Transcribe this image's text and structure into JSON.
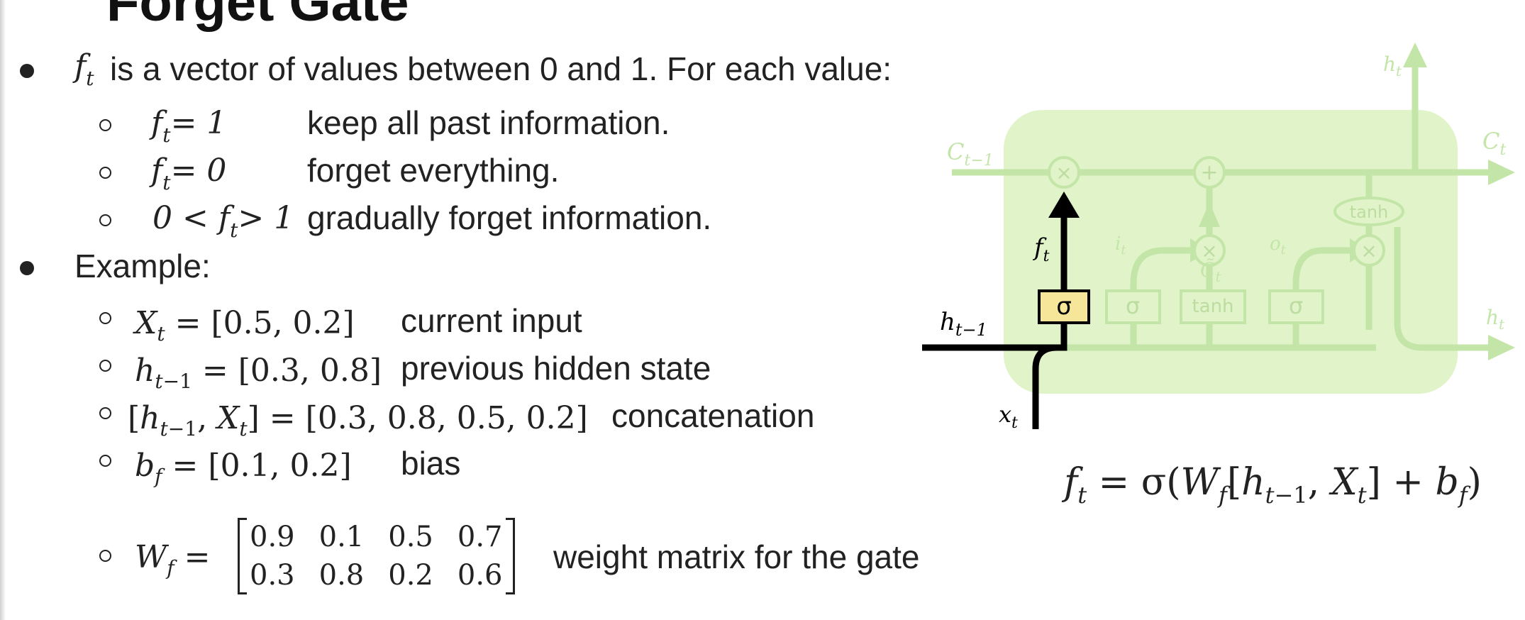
{
  "title": "Forget Gate",
  "bullets": {
    "b1_tail": "is a vector of values between 0 and 1. For each value:",
    "cases": [
      {
        "cond": "= 1",
        "desc": "keep all past information."
      },
      {
        "cond": "= 0",
        "desc": "forget everything."
      },
      {
        "cond_pre": "0 <",
        "cond_post": "> 1",
        "desc": "gradually forget information."
      }
    ],
    "b2": "Example:",
    "examples": [
      {
        "expr": "= [0.5, 0.2]",
        "desc": "current input"
      },
      {
        "expr": "= [0.3, 0.8]",
        "desc": "previous hidden state"
      },
      {
        "expr": "] = [0.3, 0.8, 0.5, 0.2]",
        "desc": "concatenation"
      },
      {
        "expr": "= [0.1, 0.2]",
        "desc": "bias"
      }
    ],
    "weight_desc": "weight matrix for the gate",
    "matrix": [
      [
        "0.9",
        "0.1",
        "0.5",
        "0.7"
      ],
      [
        "0.3",
        "0.8",
        "0.2",
        "0.6"
      ]
    ]
  },
  "diagram": {
    "colors": {
      "cell": "#e1f3c9",
      "ghost": "#c4e5a8",
      "bold": "#000000",
      "sigma_fill": "#f6e69a"
    },
    "labels": {
      "sigma": "σ",
      "tanh": "tanh",
      "times": "×",
      "plus": "+"
    }
  }
}
